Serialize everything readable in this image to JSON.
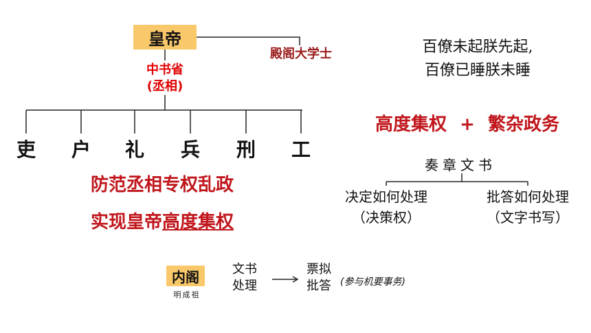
{
  "hierarchy": {
    "emperor": "皇帝",
    "grand_secretary": "殿阁大学士",
    "zhongshu_line1": "中书省",
    "zhongshu_line2": "(丞相)",
    "ministries": [
      "吏",
      "户",
      "礼",
      "兵",
      "刑",
      "工"
    ]
  },
  "slogans": {
    "line1": "防范丞相专权乱政",
    "line2_prefix": "实现皇帝",
    "line2_underlined": "高度集权"
  },
  "quote": {
    "line1": "百僚未起朕先起,",
    "line2": "百僚已睡朕未睡"
  },
  "summary": {
    "left": "高度集权",
    "plus": "+",
    "right": "繁杂政务"
  },
  "memorials": {
    "title": "奏章文书",
    "left_branch": "决定如何处理",
    "left_sub": "（决策权）",
    "right_branch": "批答如何处理",
    "right_sub": "（文字书写）"
  },
  "neige": {
    "label": "内阁",
    "founder": "明成祖",
    "input_line1": "文书",
    "input_line2": "处理",
    "output_line1": "票拟",
    "output_line2": "批答",
    "note": "(参与机要事务)"
  },
  "colors": {
    "box_fill": "#f9c86a",
    "red": "#e00000",
    "dark_red": "#c0161c"
  }
}
